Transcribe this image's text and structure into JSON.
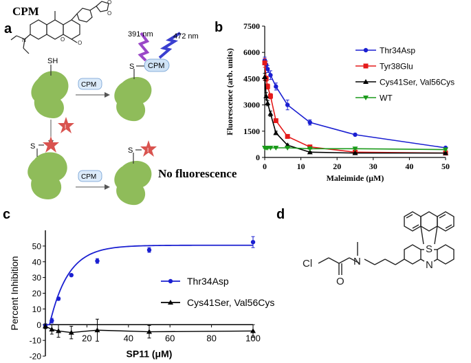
{
  "panels": {
    "a": {
      "letter": "a",
      "title": "CPM",
      "wavelength1": "391 nm",
      "wavelength2": "472 nm",
      "sh_label": "SH",
      "s_label": "S",
      "cpm_arrow_label": "CPM",
      "cpm_tag": "CPM",
      "inhibitor_label": "I",
      "no_fluor": "No fluorescence",
      "colors": {
        "protein": "#8fbc5a",
        "inhibitor": "#d9534f",
        "uv1": "#9a48c8",
        "uv2": "#3a3fd0",
        "tag": "#cfe3f6"
      }
    },
    "b": {
      "letter": "b"
    },
    "c": {
      "letter": "c"
    },
    "d": {
      "letter": "d",
      "atoms": {
        "cl": "Cl",
        "n": "N",
        "o": "O",
        "s": "S",
        "n2": "N"
      }
    }
  },
  "chart_data": [
    {
      "panel": "b",
      "type": "line",
      "xlabel": "Maleimide (μM)",
      "ylabel": "Fluorescence (arb. units)",
      "xlim": [
        0,
        50
      ],
      "ylim": [
        0,
        7500
      ],
      "xticks": [
        0,
        10,
        20,
        30,
        40,
        50
      ],
      "yticks": [
        0,
        1500,
        3000,
        4500,
        6000,
        7500
      ],
      "legend_position": "top-right",
      "series": [
        {
          "name": "Thr34Asp",
          "color": "#1a1fd1",
          "marker": "circle",
          "x": [
            0,
            0.4,
            0.8,
            1.6,
            3.1,
            6.3,
            12.5,
            25,
            50
          ],
          "y": [
            5550,
            5300,
            5050,
            4700,
            4050,
            3000,
            2000,
            1300,
            550
          ],
          "err": [
            180,
            200,
            200,
            250,
            200,
            280,
            150,
            60,
            40
          ]
        },
        {
          "name": "Tyr38Glu",
          "color": "#e41a1a",
          "marker": "square",
          "x": [
            0,
            0.4,
            0.8,
            1.6,
            3.1,
            6.3,
            12.5,
            25,
            50
          ],
          "y": [
            5400,
            4500,
            4050,
            3500,
            2100,
            1200,
            600,
            300,
            250
          ],
          "err": [
            250,
            150,
            150,
            150,
            100,
            80,
            60,
            40,
            40
          ]
        },
        {
          "name": "Cys41Ser, Val56Cys",
          "color": "#000000",
          "marker": "triangle-up",
          "x": [
            0,
            0.4,
            0.8,
            1.6,
            3.1,
            6.3,
            12.5,
            25,
            50
          ],
          "y": [
            4600,
            3500,
            3100,
            2500,
            1400,
            700,
            300,
            250,
            250
          ],
          "err": [
            200,
            200,
            150,
            150,
            100,
            60,
            40,
            30,
            30
          ]
        },
        {
          "name": "WT",
          "color": "#1a9a1a",
          "marker": "triangle-down",
          "x": [
            0,
            0.4,
            0.8,
            1.6,
            3.1,
            6.3,
            12.5,
            25,
            50
          ],
          "y": [
            550,
            550,
            550,
            550,
            550,
            550,
            500,
            500,
            450
          ],
          "err": [
            30,
            30,
            30,
            30,
            30,
            30,
            30,
            30,
            30
          ]
        }
      ]
    },
    {
      "panel": "c",
      "type": "scatter",
      "xlabel": "SP11 (μM)",
      "ylabel": "Percent Inhibition",
      "xlim": [
        0,
        100
      ],
      "ylim": [
        -20,
        60
      ],
      "xticks": [
        20,
        40,
        60,
        80,
        100
      ],
      "yticks": [
        -20,
        -10,
        0,
        10,
        20,
        30,
        40,
        50
      ],
      "legend_position": "center-right",
      "series": [
        {
          "name": "Thr34Asp",
          "color": "#1a1fd1",
          "marker": "circle",
          "fit": "saturation",
          "x": [
            0,
            3.1,
            6.3,
            12.5,
            25,
            50,
            100
          ],
          "y": [
            -0.5,
            2.5,
            16.5,
            31.5,
            40.5,
            47.5,
            52.5
          ],
          "err": [
            1,
            1.5,
            1,
            0.5,
            1.5,
            1.5,
            3.5
          ]
        },
        {
          "name": "Cys41Ser, Val56Cys",
          "color": "#000000",
          "marker": "triangle-up",
          "x": [
            0,
            3.1,
            6.3,
            12.5,
            25,
            50,
            100
          ],
          "y": [
            -1,
            -3,
            -4,
            -5,
            -3.5,
            -4.5,
            -4
          ],
          "err": [
            1.5,
            3,
            4,
            4,
            7,
            4,
            4
          ]
        }
      ]
    }
  ]
}
